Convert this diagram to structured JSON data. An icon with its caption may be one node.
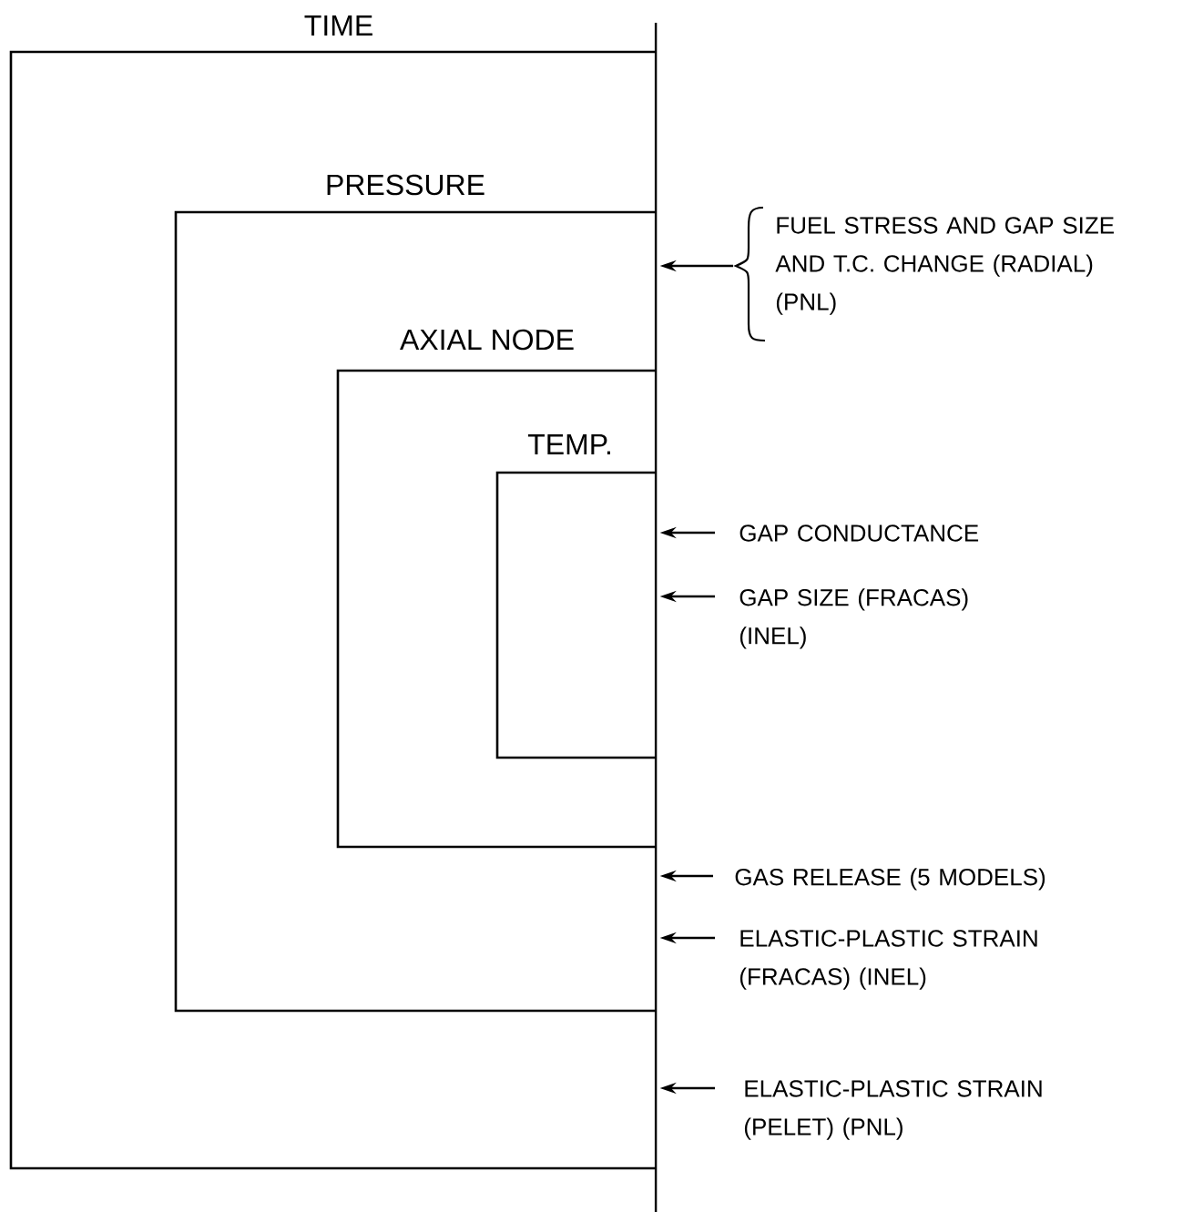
{
  "diagram": {
    "nodes": [
      {
        "text": [
          "TIME"
        ]
      },
      {
        "text": [
          "PRESSURE"
        ],
        "in": 0
      },
      {
        "text": [
          "AXIAL NODE"
        ],
        "in": 1
      },
      {
        "text": [
          "TEMP."
        ],
        "in": 2
      },
      {
        "text": [
          "FUEL STRESS AND GAP SIZE AND T.C. CHANGE (RADIAL) (PNL)"
        ]
      },
      {
        "text": [
          "GAP CONDUCTANCE"
        ]
      },
      {
        "text": [
          "GAP SIZE (FRACAS) (INEL)"
        ]
      },
      {
        "text": [
          "GAS RELEASE (5 MODELS)"
        ]
      },
      {
        "text": [
          "ELASTIC-PLASTIC STRAIN (FRACAS) (INEL)"
        ]
      },
      {
        "text": [
          "ELASTIC-PLASTIC STRAIN (PELET) (PNL)"
        ]
      }
    ],
    "edges": [
      {
        "from": 4,
        "to": 1,
        "arrow": "to"
      },
      {
        "from": 5,
        "to": 3,
        "arrow": "to"
      },
      {
        "from": 6,
        "to": 3,
        "arrow": "to"
      },
      {
        "from": 7,
        "to": 1,
        "arrow": "to"
      },
      {
        "from": 8,
        "to": 1,
        "arrow": "to"
      },
      {
        "from": 9,
        "to": 0,
        "arrow": "to"
      }
    ]
  }
}
